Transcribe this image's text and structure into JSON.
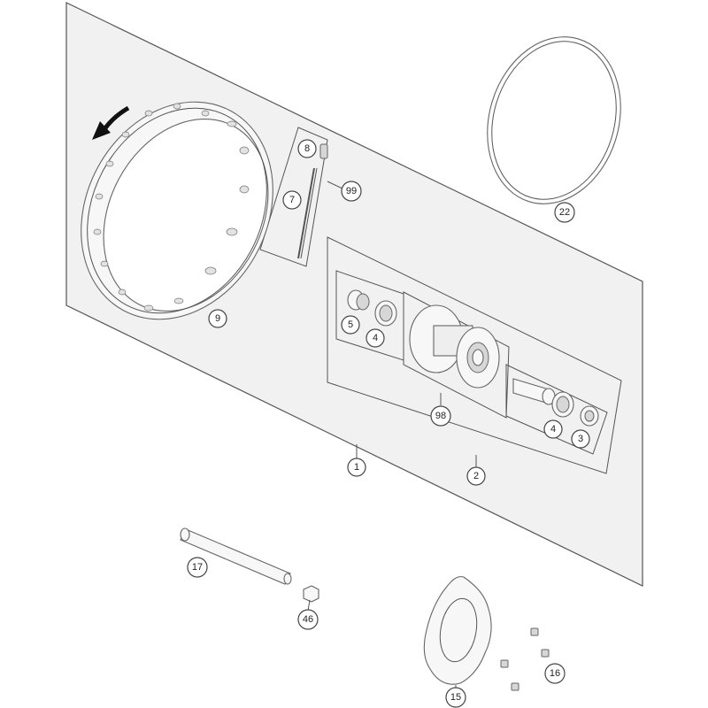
{
  "callouts": [
    {
      "id": "c8",
      "label": "8"
    },
    {
      "id": "c99",
      "label": "99"
    },
    {
      "id": "c7",
      "label": "7"
    },
    {
      "id": "c22",
      "label": "22"
    },
    {
      "id": "c9",
      "label": "9"
    },
    {
      "id": "c5",
      "label": "5"
    },
    {
      "id": "c4a",
      "label": "4"
    },
    {
      "id": "c98",
      "label": "98"
    },
    {
      "id": "c4b",
      "label": "4"
    },
    {
      "id": "c3",
      "label": "3"
    },
    {
      "id": "c1",
      "label": "1"
    },
    {
      "id": "c2",
      "label": "2"
    },
    {
      "id": "c17",
      "label": "17"
    },
    {
      "id": "c46",
      "label": "46"
    },
    {
      "id": "c16",
      "label": "16"
    },
    {
      "id": "c15",
      "label": "15"
    }
  ],
  "colors": {
    "stroke": "#555555",
    "panel": "#f1f1f1",
    "background": "#ffffff"
  }
}
